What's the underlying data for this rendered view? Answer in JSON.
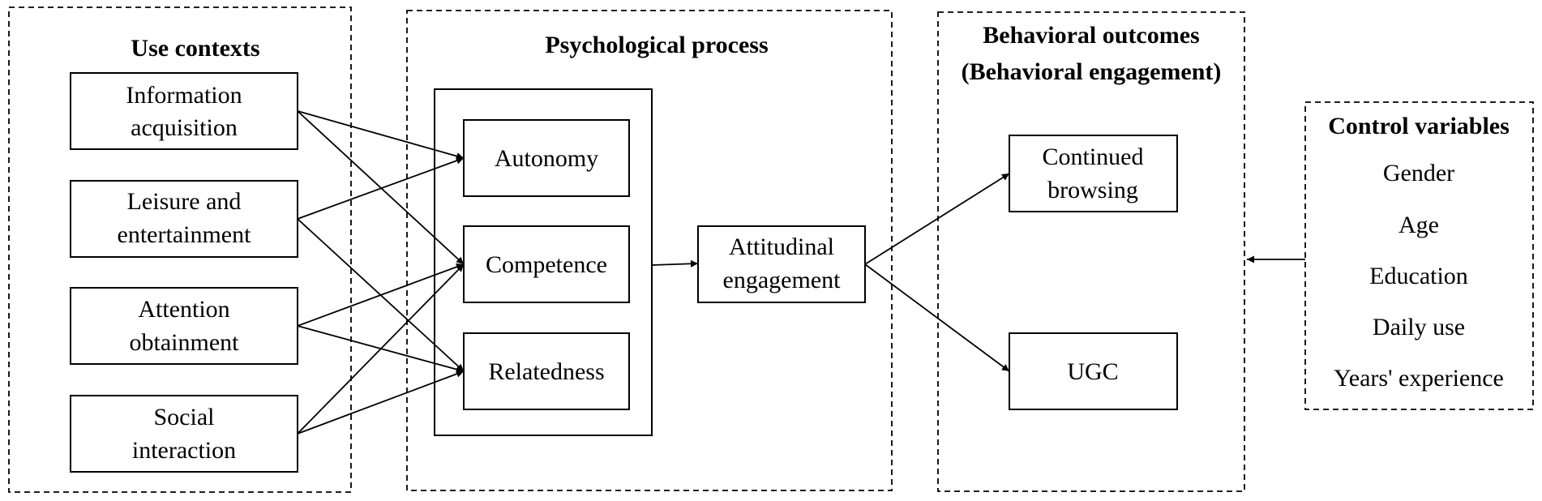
{
  "groups": {
    "use_contexts": "Use contexts",
    "psychological_process": "Psychological process",
    "behavioral_outcomes": [
      "Behavioral outcomes",
      "(Behavioral engagement)"
    ],
    "control_variables": "Control variables"
  },
  "use_contexts": [
    [
      "Information",
      "acquisition"
    ],
    [
      "Leisure and",
      "entertainment"
    ],
    [
      "Attention",
      "obtainment"
    ],
    [
      "Social",
      "interaction"
    ]
  ],
  "needs": [
    "Autonomy",
    "Competence",
    "Relatedness"
  ],
  "attitudinal": [
    "Attitudinal",
    "engagement"
  ],
  "outcomes": [
    [
      "Continued",
      "browsing"
    ],
    [
      "UGC"
    ]
  ],
  "controls": [
    "Gender",
    "Age",
    "Education",
    "Daily use",
    "Years' experience"
  ]
}
